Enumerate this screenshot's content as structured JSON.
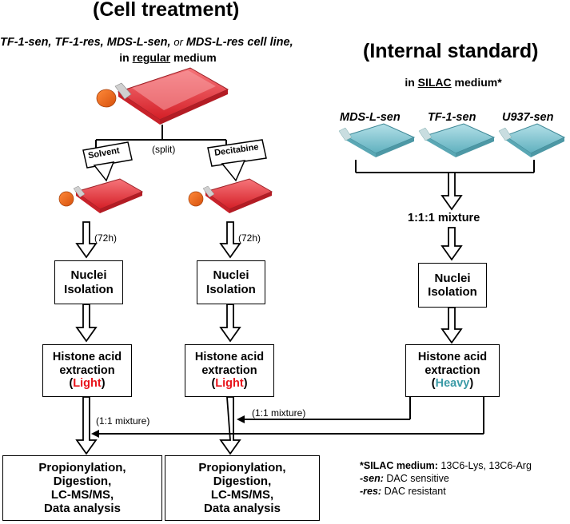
{
  "left": {
    "title": "(Cell treatment)",
    "cell_lines_line": "TF-1-sen, TF-1-res, MDS-L-sen,",
    "or_word": "or",
    "cell_lines_line2": "MDS-L-res cell line,",
    "in_word": "in",
    "medium_word": "regular",
    "medium_tail": "medium",
    "split_label": "(split)",
    "solvent_label": "Solvent",
    "decitabine_label": "Decitabine",
    "time1": "(72h)",
    "time2": "(72h)",
    "nuclei1_a": "Nuclei",
    "nuclei1_b": "Isolation",
    "nuclei2_a": "Nuclei",
    "nuclei2_b": "Isolation",
    "hist1_a": "Histone acid",
    "hist1_b": "extraction",
    "hist1_paren_l": "(",
    "hist1_light": "Light",
    "hist1_paren_r": ")",
    "hist2_a": "Histone acid",
    "hist2_b": "extraction",
    "hist2_paren_l": "(",
    "hist2_light": "Light",
    "hist2_paren_r": ")",
    "mix1": "(1:1 mixture)",
    "mix2": "(1:1 mixture)",
    "prop1": [
      "Propionylation,",
      "Digestion,",
      "LC-MS/MS,",
      "Data analysis"
    ],
    "prop2": [
      "Propionylation,",
      "Digestion,",
      "LC-MS/MS,",
      "Data analysis"
    ]
  },
  "right": {
    "title": "(Internal standard)",
    "in_word": "in",
    "medium_word": "SILAC",
    "medium_tail": "medium*",
    "cells": [
      "MDS-L-sen",
      "TF-1-sen",
      "U937-sen"
    ],
    "mixture": "1:1:1 mixture",
    "nuclei_a": "Nuclei",
    "nuclei_b": "Isolation",
    "hist_a": "Histone acid",
    "hist_b": "extraction",
    "hist_paren_l": "(",
    "hist_heavy": "Heavy",
    "hist_paren_r": ")"
  },
  "legend": {
    "l1_key": "*SILAC medium:",
    "l1_val": "13C6-Lys, 13C6-Arg",
    "l2_key": "-sen:",
    "l2_val": "DAC sensitive",
    "l3_key": "-res:",
    "l3_val": "DAC resistant"
  },
  "colors": {
    "light": "#e8141b",
    "heavy": "#3a9aa6",
    "flask_red": "#e8343c",
    "flask_blue": "#7fc6d2",
    "cap_orange": "#f06a1c"
  }
}
